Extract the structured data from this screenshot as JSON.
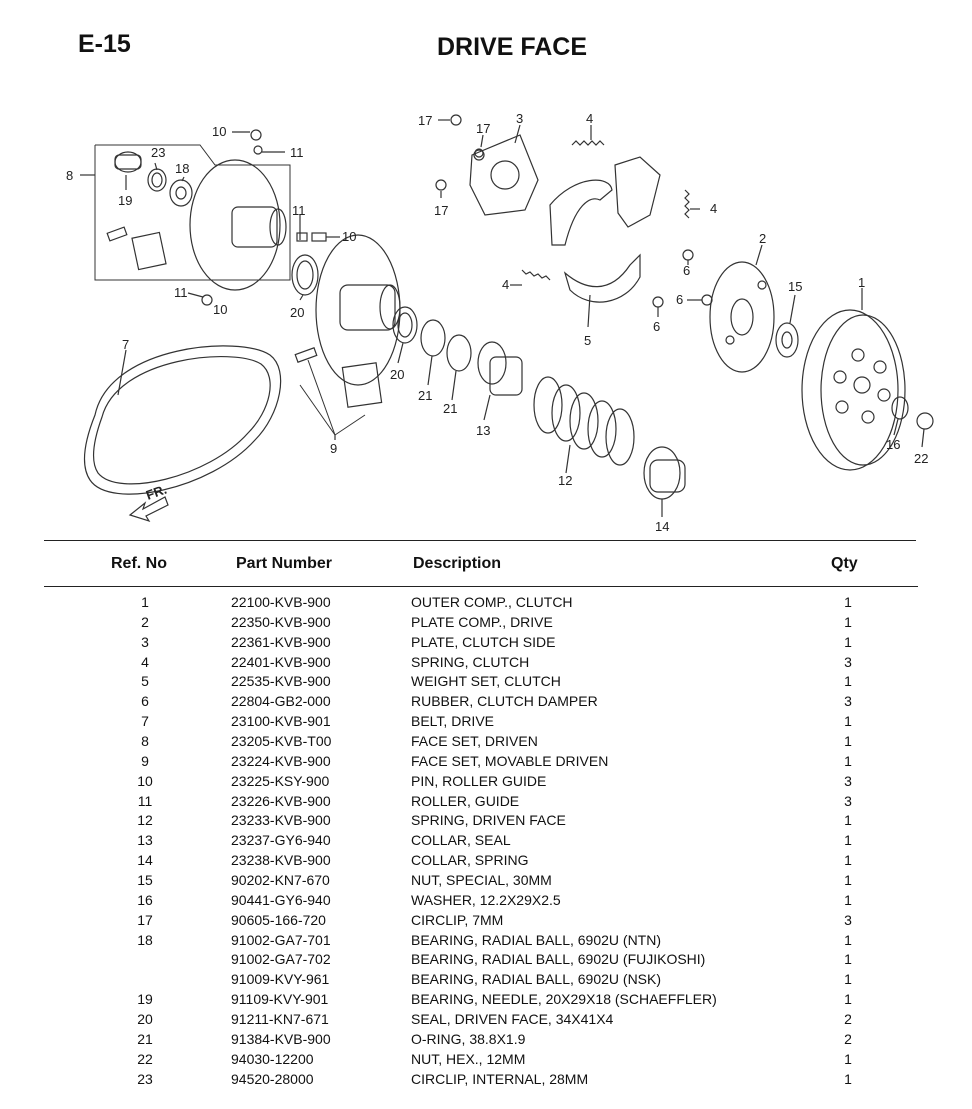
{
  "header": {
    "code": "E-15",
    "title": "DRIVE FACE"
  },
  "diagram": {
    "callouts": [
      "1",
      "2",
      "3",
      "4",
      "4",
      "4",
      "5",
      "6",
      "6",
      "6",
      "7",
      "8",
      "9",
      "10",
      "10",
      "10",
      "11",
      "11",
      "11",
      "12",
      "13",
      "14",
      "15",
      "16",
      "17",
      "17",
      "17",
      "18",
      "19",
      "20",
      "20",
      "21",
      "21",
      "22",
      "23"
    ],
    "front_marker": "FR."
  },
  "table": {
    "columns": {
      "ref": "Ref. No",
      "part": "Part Number",
      "desc": "Description",
      "qty": "Qty"
    },
    "rows": [
      {
        "ref": "1",
        "part": "22100-KVB-900",
        "desc": "OUTER COMP., CLUTCH",
        "qty": "1"
      },
      {
        "ref": "2",
        "part": "22350-KVB-900",
        "desc": "PLATE COMP., DRIVE",
        "qty": "1"
      },
      {
        "ref": "3",
        "part": "22361-KVB-900",
        "desc": "PLATE, CLUTCH SIDE",
        "qty": "1"
      },
      {
        "ref": "4",
        "part": "22401-KVB-900",
        "desc": "SPRING, CLUTCH",
        "qty": "3"
      },
      {
        "ref": "5",
        "part": "22535-KVB-900",
        "desc": "WEIGHT SET, CLUTCH",
        "qty": "1"
      },
      {
        "ref": "6",
        "part": "22804-GB2-000",
        "desc": "RUBBER, CLUTCH DAMPER",
        "qty": "3"
      },
      {
        "ref": "7",
        "part": "23100-KVB-901",
        "desc": "BELT, DRIVE",
        "qty": "1"
      },
      {
        "ref": "8",
        "part": "23205-KVB-T00",
        "desc": "FACE SET, DRIVEN",
        "qty": "1"
      },
      {
        "ref": "9",
        "part": "23224-KVB-900",
        "desc": "FACE SET, MOVABLE DRIVEN",
        "qty": "1"
      },
      {
        "ref": "10",
        "part": "23225-KSY-900",
        "desc": "PIN, ROLLER GUIDE",
        "qty": "3"
      },
      {
        "ref": "11",
        "part": "23226-KVB-900",
        "desc": "ROLLER, GUIDE",
        "qty": "3"
      },
      {
        "ref": "12",
        "part": "23233-KVB-900",
        "desc": "SPRING, DRIVEN FACE",
        "qty": "1"
      },
      {
        "ref": "13",
        "part": "23237-GY6-940",
        "desc": "COLLAR, SEAL",
        "qty": "1"
      },
      {
        "ref": "14",
        "part": "23238-KVB-900",
        "desc": "COLLAR, SPRING",
        "qty": "1"
      },
      {
        "ref": "15",
        "part": "90202-KN7-670",
        "desc": "NUT, SPECIAL, 30MM",
        "qty": "1"
      },
      {
        "ref": "16",
        "part": "90441-GY6-940",
        "desc": "WASHER, 12.2X29X2.5",
        "qty": "1"
      },
      {
        "ref": "17",
        "part": "90605-166-720",
        "desc": "CIRCLIP, 7MM",
        "qty": "3"
      },
      {
        "ref": "18",
        "part": "91002-GA7-701",
        "desc": "BEARING, RADIAL BALL, 6902U (NTN)",
        "qty": "1"
      },
      {
        "ref": "",
        "part": "91002-GA7-702",
        "desc": "BEARING, RADIAL BALL, 6902U (FUJIKOSHI)",
        "qty": "1"
      },
      {
        "ref": "",
        "part": "91009-KVY-961",
        "desc": "BEARING, RADIAL BALL, 6902U (NSK)",
        "qty": "1"
      },
      {
        "ref": "19",
        "part": "91109-KVY-901",
        "desc": "BEARING, NEEDLE, 20X29X18 (SCHAEFFLER)",
        "qty": "1"
      },
      {
        "ref": "20",
        "part": "91211-KN7-671",
        "desc": "SEAL, DRIVEN FACE, 34X41X4",
        "qty": "2"
      },
      {
        "ref": "21",
        "part": "91384-KVB-900",
        "desc": "O-RING, 38.8X1.9",
        "qty": "2"
      },
      {
        "ref": "22",
        "part": "94030-12200",
        "desc": "NUT, HEX., 12MM",
        "qty": "1"
      },
      {
        "ref": "23",
        "part": "94520-28000",
        "desc": "CIRCLIP, INTERNAL, 28MM",
        "qty": "1"
      }
    ]
  }
}
